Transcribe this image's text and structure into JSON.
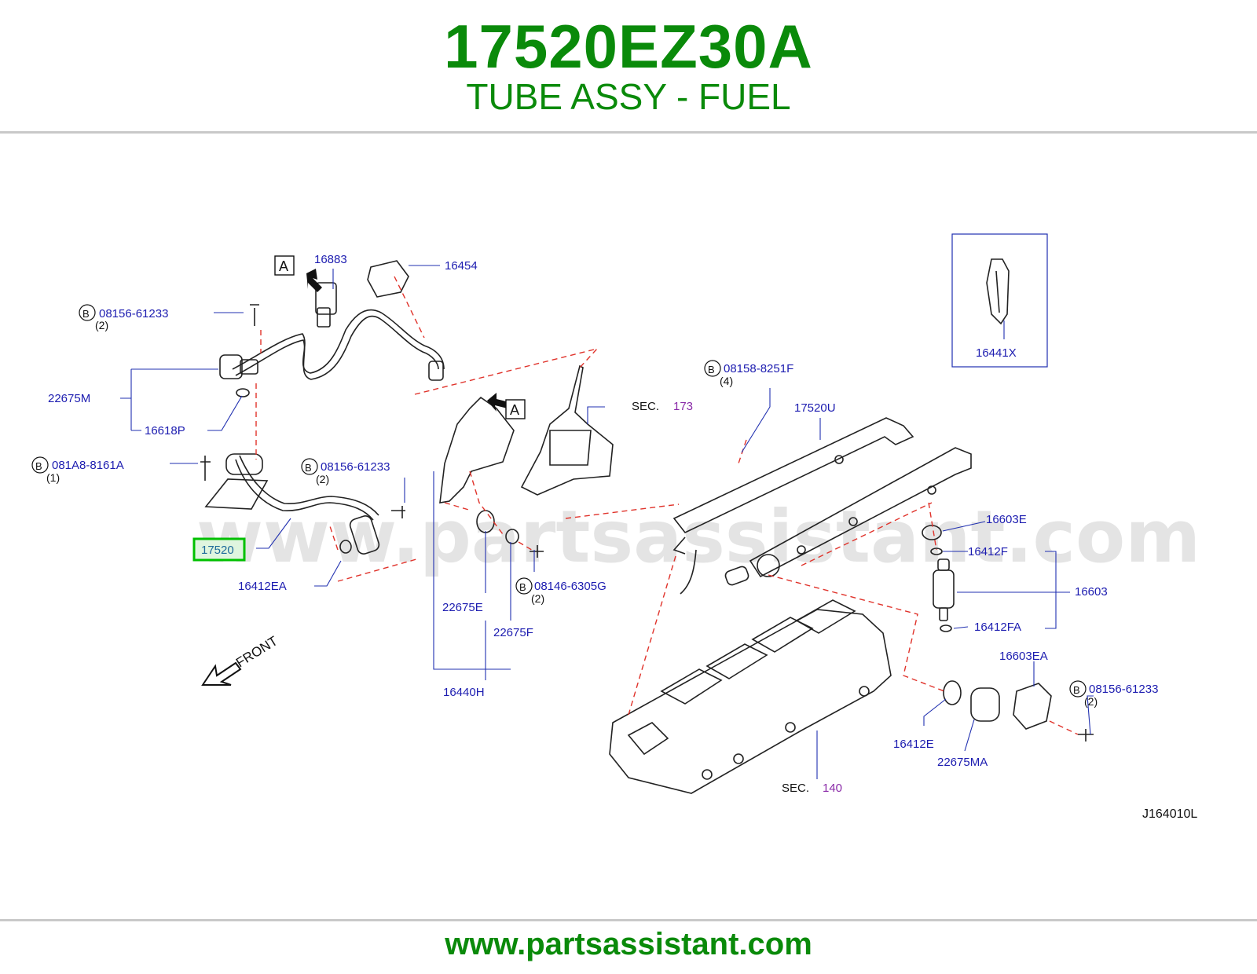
{
  "header": {
    "part_number": "17520EZ30A",
    "part_name": "TUBE ASSY - FUEL"
  },
  "footer": {
    "url": "www.partsassistant.com"
  },
  "diagram": {
    "watermark": "www.partsassistant.com",
    "drawing_code": "J164010L",
    "front_label": "FRONT",
    "callout_a": "A",
    "bolt_prefix": "B",
    "sec_label": "SEC.",
    "labels": {
      "p16883": "16883",
      "p16454": "16454",
      "b08156_1": "08156-61233",
      "q2_1": "(2)",
      "p22675M": "22675M",
      "p16618P": "16618P",
      "b081A8": "081A8-8161A",
      "q1": "(1)",
      "b08156_2": "08156-61233",
      "q2_2": "(2)",
      "p17520": "17520",
      "p16412EA": "16412EA",
      "sec173": "173",
      "b08146": "08146-6305G",
      "q2_3": "(2)",
      "p22675E": "22675E",
      "p22675F": "22675F",
      "p16440H": "16440H",
      "b08158": "08158-8251F",
      "q4": "(4)",
      "p17520U": "17520U",
      "p16441X": "16441X",
      "p16603E": "16603E",
      "p16412F": "16412F",
      "p16603": "16603",
      "p16412FA": "16412FA",
      "p16603EA": "16603EA",
      "b08156_3": "08156-61233",
      "q2_4": "(2)",
      "p16412E": "16412E",
      "p22675MA": "22675MA",
      "sec140": "140"
    }
  },
  "colors": {
    "brand_green": "#0a8a0a",
    "label_blue": "#1c1cb0",
    "section_purple": "#8a2aa8",
    "highlight_green": "#00c000",
    "dashed_red": "#e0332b"
  }
}
